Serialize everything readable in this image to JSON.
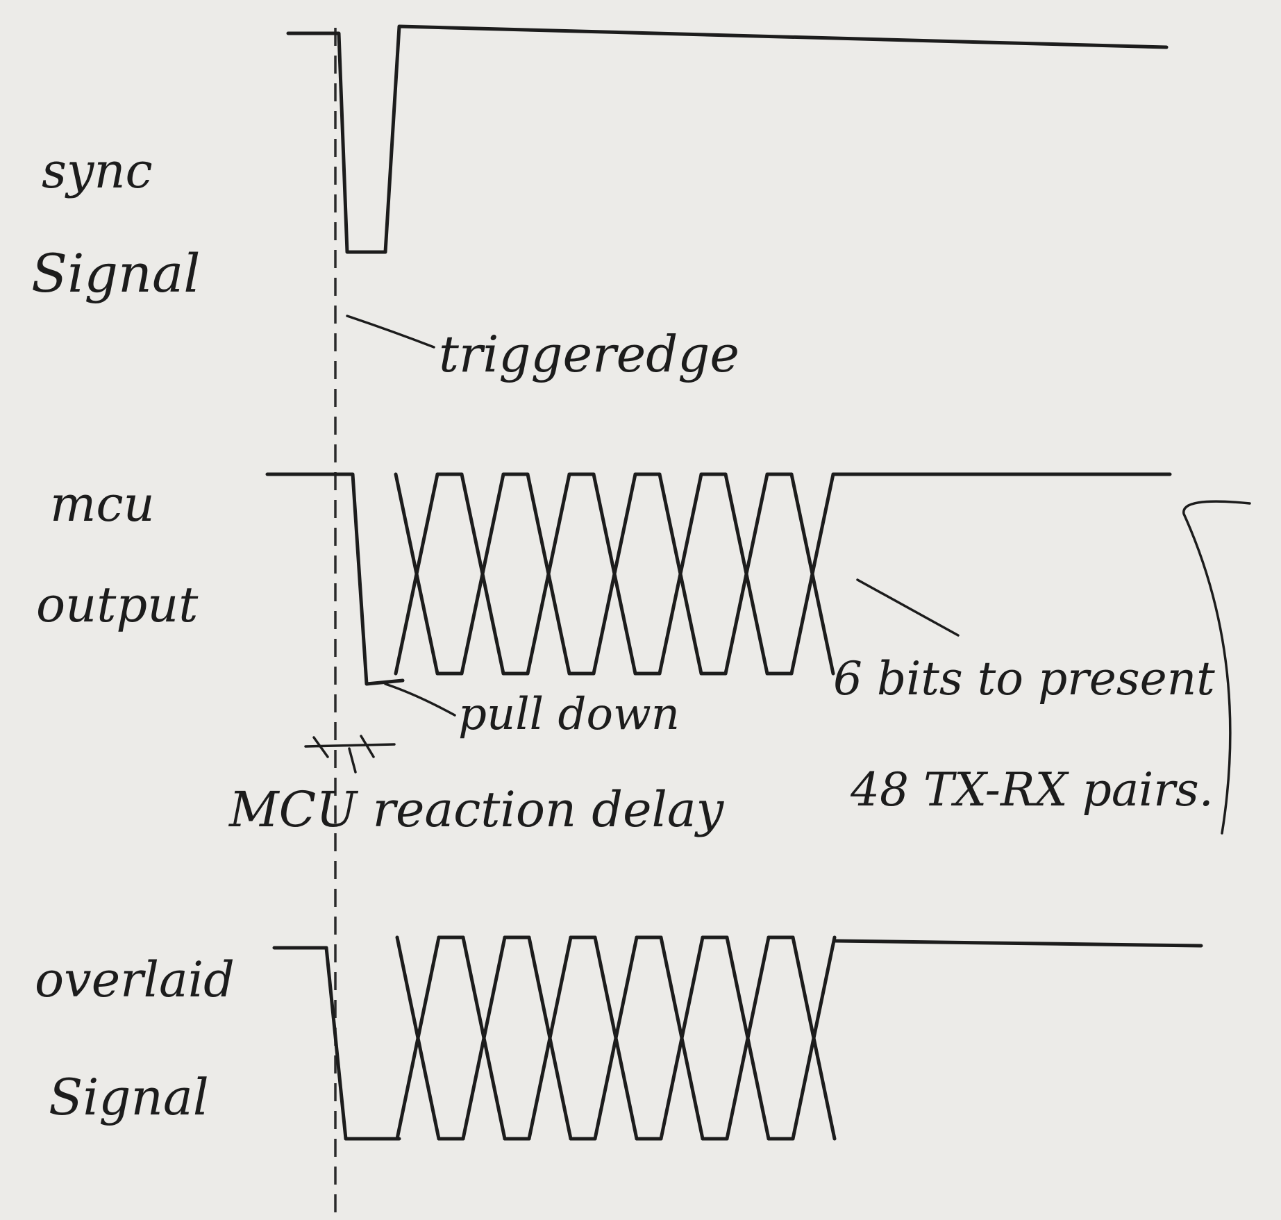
{
  "labels": {
    "sync_line1": "sync",
    "sync_line2": "Signal",
    "mcu_line1": "mcu",
    "mcu_line2": "output",
    "overlaid_line1": "overlaid",
    "overlaid_line2": "Signal",
    "trigger_edge": "triggeredge",
    "pull_down": "pull down",
    "reaction_delay": "MCU reaction delay",
    "bits_line1": "6 bits to present",
    "bits_line2": "48 TX-RX pairs."
  },
  "waveforms": {
    "mcu_output_bits": 6,
    "overlaid_bits": 6
  },
  "colors": {
    "ink": "#1c1c1c",
    "paper": "#ecebe8"
  }
}
